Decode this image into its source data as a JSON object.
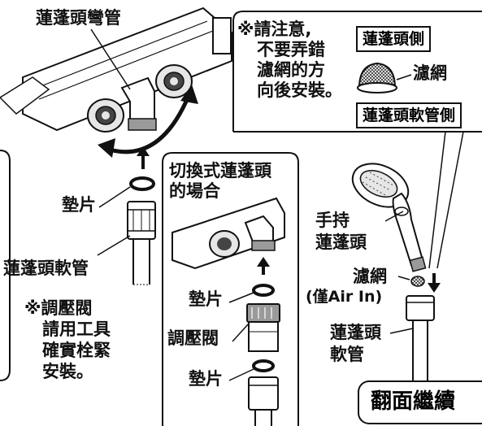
{
  "labels": {
    "elbow_pipe": "蓮蓬頭彎管",
    "gasket_left": "墊片",
    "hose_left": "蓮蓬頭軟管",
    "note_valve": [
      "※調壓閥",
      "請用工具",
      "確實栓緊",
      "安裝。"
    ],
    "switch_title": [
      "切換式蓮蓬頭",
      "的場合"
    ],
    "gasket_mid_top": "墊片",
    "pressure_valve": "調壓閥",
    "gasket_mid_bottom": "墊片",
    "note_filter": [
      "※請注意,",
      "不要弄錯",
      "濾網的方",
      "向後安裝。"
    ],
    "showerhead_side": "蓮蓬頭側",
    "filter_icon_label": "濾網",
    "hose_side": "蓮蓬頭軟管側",
    "handheld": [
      "手持",
      "蓮蓬頭"
    ],
    "filter_right": "濾網",
    "filter_note": "(僅Air In)",
    "hose_right": [
      "蓮蓬頭",
      "軟管"
    ],
    "continue": "翻面繼續"
  },
  "colors": {
    "line": "#111111",
    "fill_light": "#e6e6e6",
    "fill_mid": "#9a9a9a",
    "fill_dark": "#444444"
  }
}
